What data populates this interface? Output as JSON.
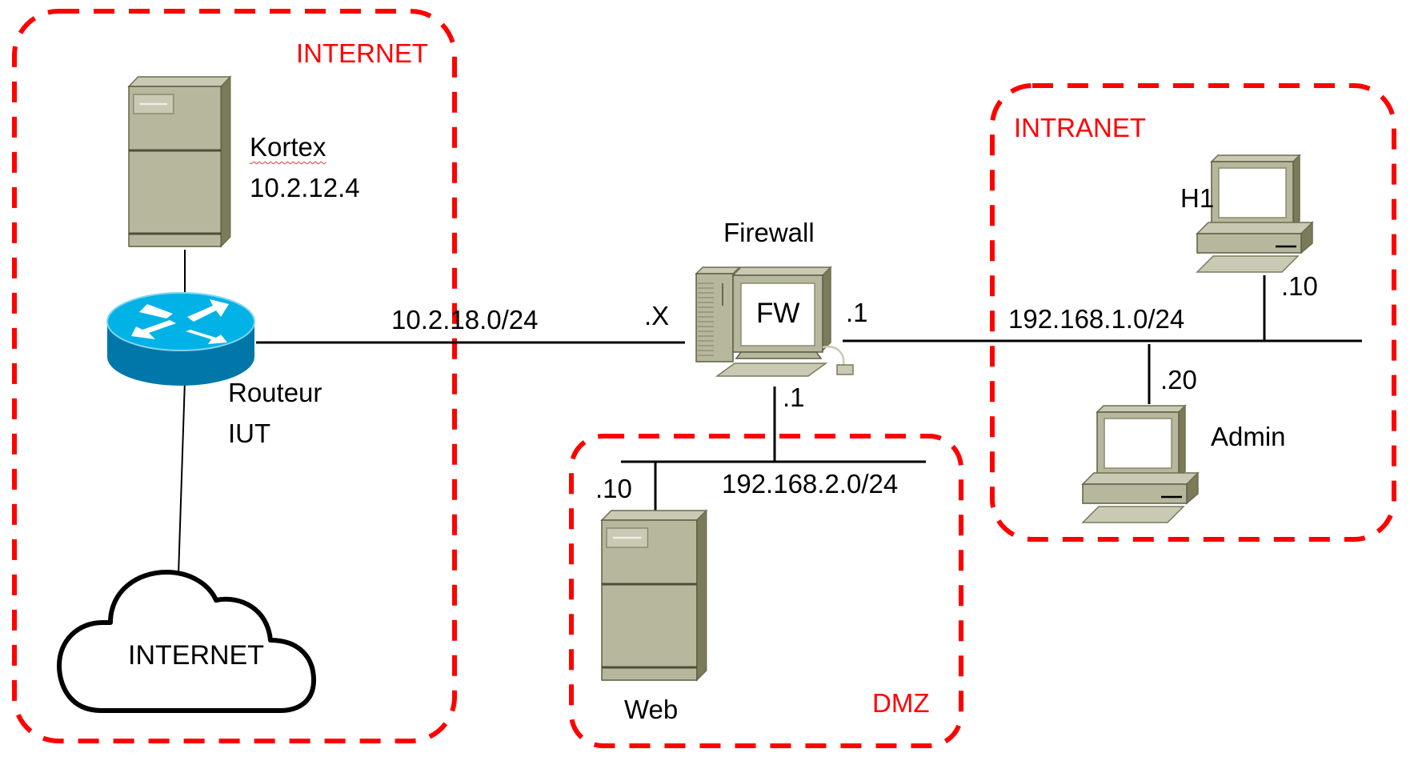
{
  "diagram": {
    "type": "network-topology",
    "colors": {
      "zone_border": "#ff0000",
      "zone_label": "#ff0000",
      "link": "#000000",
      "device_body": "#b7b79d",
      "device_side": "#7b7b5a",
      "device_top": "#c9c9b4",
      "router_top": "#00b2e6",
      "router_side": "#0077a8"
    },
    "zones": [
      {
        "id": "internet",
        "label": "INTERNET"
      },
      {
        "id": "dmz",
        "label": "DMZ"
      },
      {
        "id": "intranet",
        "label": "INTRANET"
      }
    ],
    "nodes": {
      "kortex": {
        "name": "Kortex",
        "ip": "10.2.12.4",
        "icon": "server-icon"
      },
      "router": {
        "name_line1": "Routeur",
        "name_line2": "IUT",
        "icon": "router-icon"
      },
      "cloud": {
        "label": "INTERNET",
        "icon": "cloud-icon"
      },
      "firewall": {
        "name": "Firewall",
        "screen_text": "FW",
        "icon": "workstation-icon"
      },
      "web": {
        "name": "Web",
        "host": ".10",
        "icon": "server-icon"
      },
      "h1": {
        "name": "H1",
        "host": ".10",
        "icon": "pc-icon"
      },
      "admin": {
        "name": "Admin",
        "host": ".20",
        "icon": "pc-icon"
      }
    },
    "networks": {
      "wan": {
        "cidr": "10.2.18.0/24",
        "firewall_host": ".X"
      },
      "dmz": {
        "cidr": "192.168.2.0/24",
        "firewall_host": ".1"
      },
      "lan": {
        "cidr": "192.168.1.0/24",
        "firewall_host": ".1"
      }
    }
  }
}
